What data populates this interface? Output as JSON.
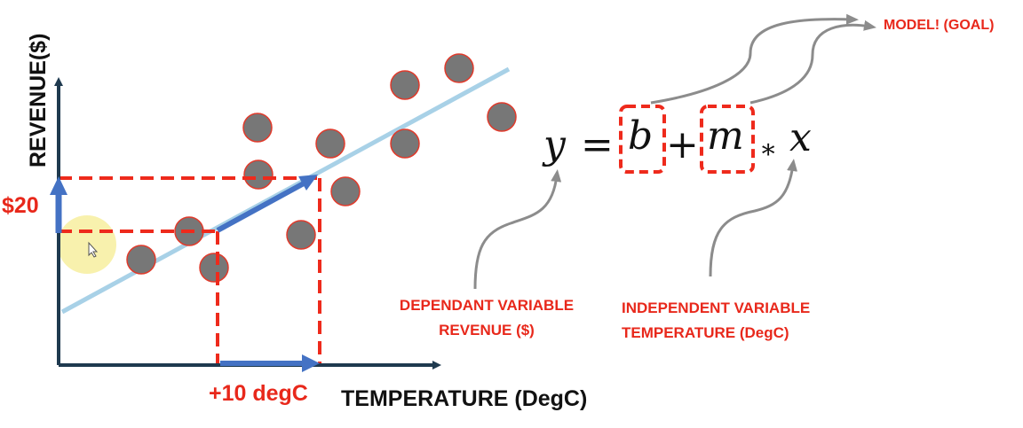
{
  "axes": {
    "y_title": "REVENUE($)",
    "x_title": "TEMPERATURE (DegC)"
  },
  "annotations": {
    "rise_label": "$20",
    "run_label": "+10 degC",
    "model_goal": "MODEL! (GOAL)",
    "dependent_line1": "DEPENDANT VARIABLE",
    "dependent_line2": "REVENUE ($)",
    "independent_line1": "INDEPENDENT VARIABLE",
    "independent_line2": "TEMPERATURE (DegC)"
  },
  "equation": {
    "y": "y",
    "equals": "=",
    "b": "b",
    "plus": "+",
    "m": "m",
    "times": "∗",
    "x": "x"
  },
  "colors": {
    "axis": "#1f3a4f",
    "fit_line": "#a8d1e7",
    "points": "#777777",
    "point_outline": "#e03a2b",
    "dashed": "#ee2a1c",
    "arrow": "#4472c4",
    "label_red": "#e8281b",
    "gray_arrow": "#8c8c8c",
    "highlight": "#f7ee9f"
  }
}
